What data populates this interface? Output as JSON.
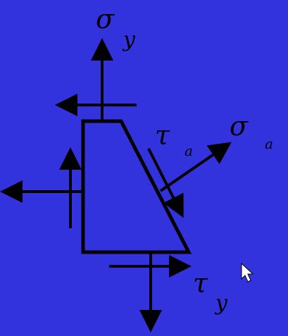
{
  "colors": {
    "background": "#3333dd",
    "ink": "#000000",
    "cursor_fill": "#ffffff",
    "cursor_stroke": "#000000"
  },
  "labels": {
    "sigma_y": {
      "symbol": "σ",
      "subscript": "y"
    },
    "tau_a": {
      "symbol": "τ",
      "subscript": "a"
    },
    "sigma_a": {
      "symbol": "σ",
      "subscript": "a"
    },
    "tau_y": {
      "symbol": "τ",
      "subscript": "y"
    }
  },
  "icons": {
    "cursor": "mouse-pointer-icon"
  }
}
